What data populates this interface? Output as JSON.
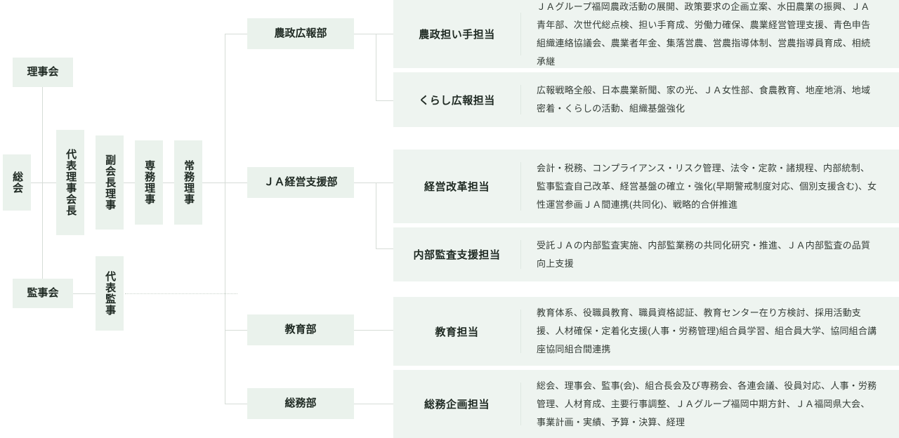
{
  "colors": {
    "box_fill": "#eaf2ec",
    "panel_fill": "#eef4f0",
    "line": "#d6dcd7",
    "text": "#1f2a23",
    "background": "#ffffff"
  },
  "governance": {
    "general_meeting": "総会",
    "board_of_directors": "理事会",
    "board_of_auditors": "監事会",
    "officers": [
      {
        "label": "代表理事会長"
      },
      {
        "label": "副会長理事"
      },
      {
        "label": "専務理事"
      },
      {
        "label": "常務理事"
      }
    ],
    "representative_auditor": "代表監事"
  },
  "departments": [
    {
      "id": "nousei-kouhou",
      "label": "農政広報部"
    },
    {
      "id": "ja-keiei-shien",
      "label": "ＪＡ経営支援部"
    },
    {
      "id": "kyouiku",
      "label": "教育部"
    },
    {
      "id": "soumu",
      "label": "総務部"
    }
  ],
  "duties": [
    {
      "id": "nousei-ninaite",
      "name": "農政担い手担当",
      "description": "ＪＡグループ福岡農政活動の展開、政策要求の企画立案、水田農業の振興、ＪＡ青年部、次世代総点検、担い手育成、労働力確保、農業経営管理支援、青色申告組織連絡協議会、農業者年金、集落営農、営農指導体制、営農指導員育成、相続承継"
    },
    {
      "id": "kurashi-kouhou",
      "name": "くらし広報担当",
      "description": "広報戦略全般、日本農業新聞、家の光、ＪＡ女性部、食農教育、地産地消、地域密着・くらしの活動、組織基盤強化"
    },
    {
      "id": "keiei-kaikaku",
      "name": "経営改革担当",
      "description": "会計・税務、コンプライアンス・リスク管理、法令・定款・諸規程、内部統制、監事監査自己改革、経営基盤の確立・強化(早期警戒制度対応、個別支援含む)、女性運営参画ＪＡ間連携(共同化)、戦略的合併推進"
    },
    {
      "id": "naibu-kansa-shien",
      "name": "内部監査支援担当",
      "description": "受託ＪＡの内部監査実施、内部監業務の共同化研究・推進、ＪＡ内部監査の品質向上支援"
    },
    {
      "id": "kyouiku-tantou",
      "name": "教育担当",
      "description": "教育体系、役職員教育、職員資格認証、教育センター在り方検討、採用活動支援、人材確保・定着化支援(人事・労務管理)組合員学習、組合員大学、協同組合講座協同組合間連携"
    },
    {
      "id": "soumu-kikaku",
      "name": "総務企画担当",
      "description": "総会、理事会、監事(会)、組合長会及び専務会、各連会議、役員対応、人事・労務管理、人材育成、主要行事調整、ＪＡグループ福岡中期方針、ＪＡ福岡県大会、事業計画・実績、予算・決算、経理"
    }
  ]
}
